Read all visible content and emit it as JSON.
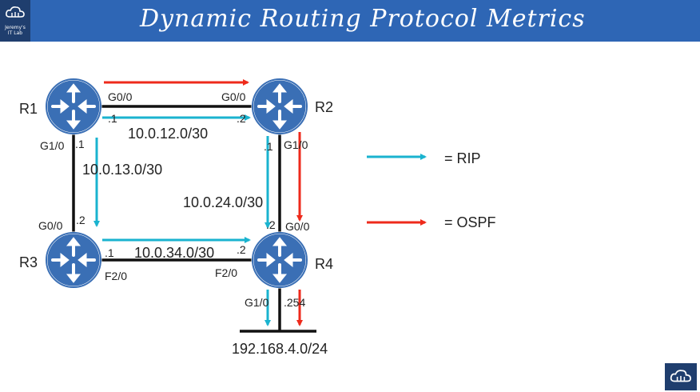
{
  "header": {
    "title": "Dynamic Routing Protocol Metrics",
    "logo_text_line1": "Jeremy's",
    "logo_text_line2": "IT Lab",
    "logo_icon": "cloud-network-icon",
    "color": "#2e66b5"
  },
  "routers": {
    "r1": "R1",
    "r2": "R2",
    "r3": "R3",
    "r4": "R4"
  },
  "interfaces": {
    "r1_g00": "G0/0",
    "r1_g10": "G1/0",
    "r1_top_ip": ".1",
    "r1_left_ip": ".1",
    "r2_g00": "G0/0",
    "r2_g10": "G1/0",
    "r2_left_ip": ".2",
    "r2_down_ip": ".1",
    "r3_g00": "G0/0",
    "r3_f20": "F2/0",
    "r3_up_ip": ".2",
    "r3_right_ip": ".1",
    "r4_g00": "G0/0",
    "r4_f20": "F2/0",
    "r4_g10": "G1/0",
    "r4_up_ip": ".2",
    "r4_left_ip": ".2",
    "r4_lan_ip": ".254"
  },
  "subnets": {
    "r1_r2": "10.0.12.0/30",
    "r1_r3": "10.0.13.0/30",
    "r2_r4": "10.0.24.0/30",
    "r3_r4": "10.0.34.0/30",
    "lan": "192.168.4.0/24"
  },
  "legend": {
    "rip": "= RIP",
    "ospf": "= OSPF",
    "rip_color": "#1ab3cf",
    "ospf_color": "#ee2a1b"
  },
  "colors": {
    "router": "#3a6fb5",
    "link": "#111111"
  }
}
